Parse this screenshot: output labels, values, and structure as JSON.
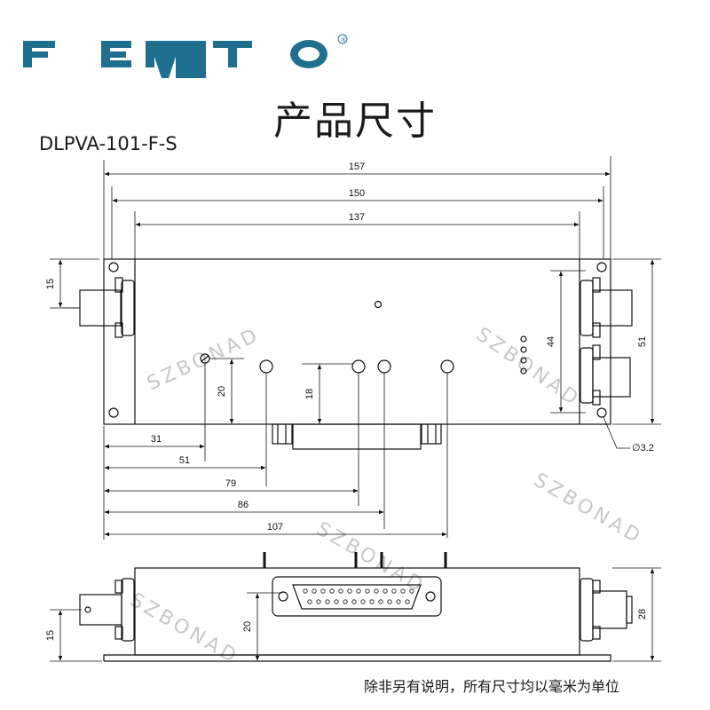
{
  "brand": {
    "name": "FEMTO",
    "registered": "®",
    "color": "#1f6f8e"
  },
  "title": "产品尺寸",
  "model": "DLPVA-101-F-S",
  "footnote": "除非另有说明，所有尺寸均以毫米为单位",
  "watermark": "SZBONAD",
  "top_view": {
    "overall_dims": [
      "157",
      "150",
      "137"
    ],
    "height_dims": [
      "15",
      "44",
      "51"
    ],
    "offset_dims": [
      "20",
      "18"
    ],
    "bottom_dims": [
      "31",
      "51",
      "79",
      "86",
      "107"
    ],
    "hole_label": "∅3.2"
  },
  "side_view": {
    "dims": [
      "15",
      "20",
      "28"
    ]
  }
}
